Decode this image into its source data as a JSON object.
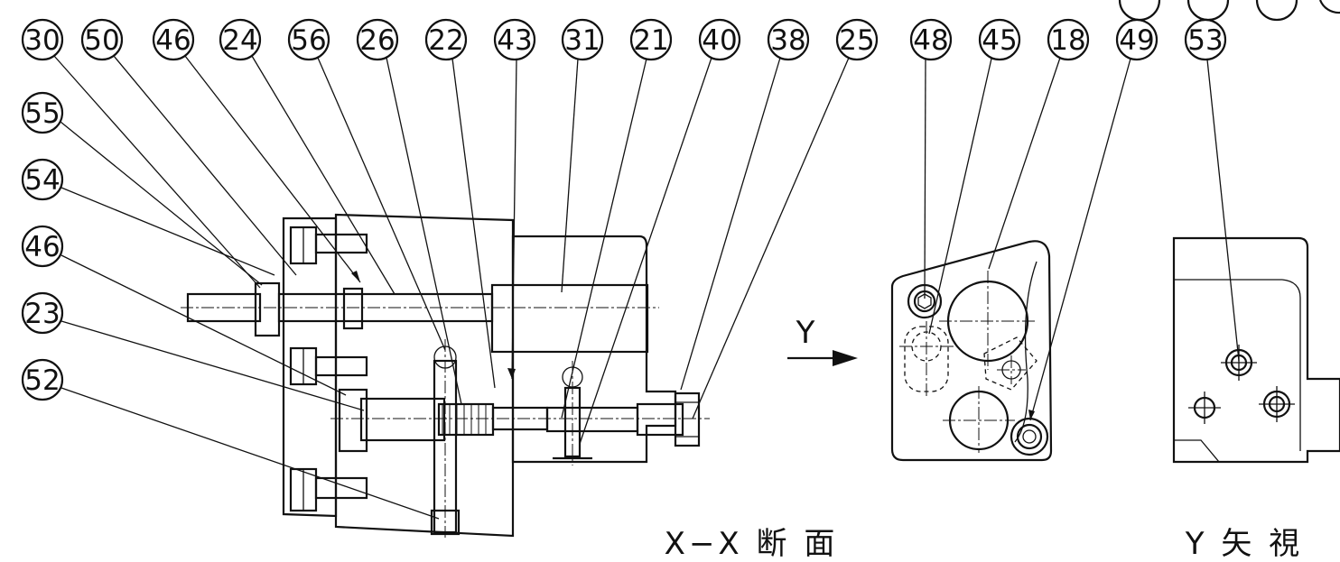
{
  "balloons_top": [
    "30",
    "50",
    "46",
    "24",
    "56",
    "26",
    "22",
    "43",
    "31",
    "21",
    "40",
    "38",
    "25",
    "48",
    "45",
    "18",
    "49",
    "53"
  ],
  "balloons_left": [
    "55",
    "54",
    "46",
    "23",
    "52"
  ],
  "view_y_marker": "Y",
  "section_label": "X−X 断 面",
  "view_label": "Y 矢 視"
}
